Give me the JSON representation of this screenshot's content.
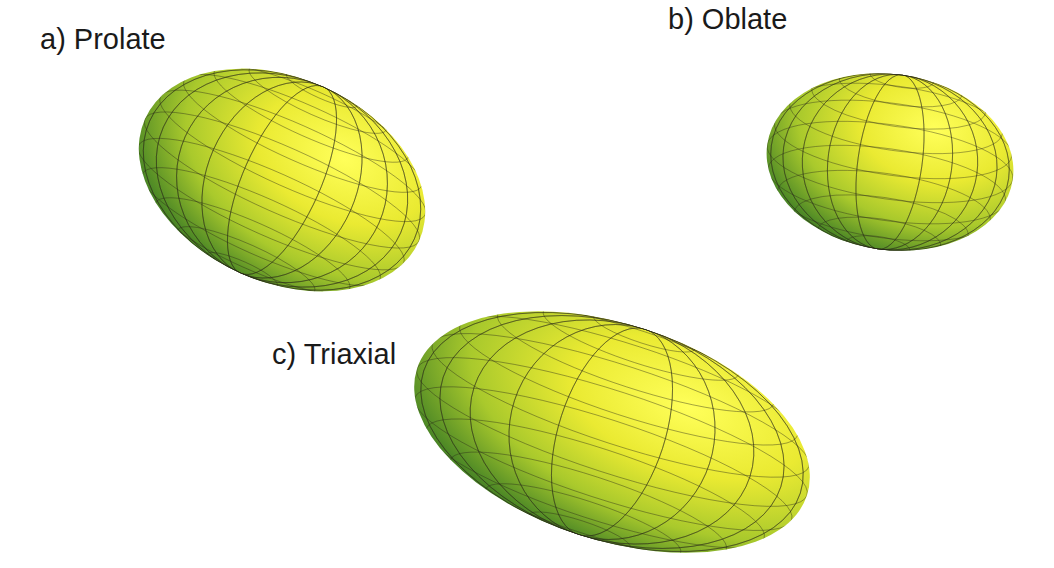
{
  "diagram": {
    "labels": [
      "a) Prolate",
      "b) Oblate",
      "c) Triaxial"
    ]
  }
}
